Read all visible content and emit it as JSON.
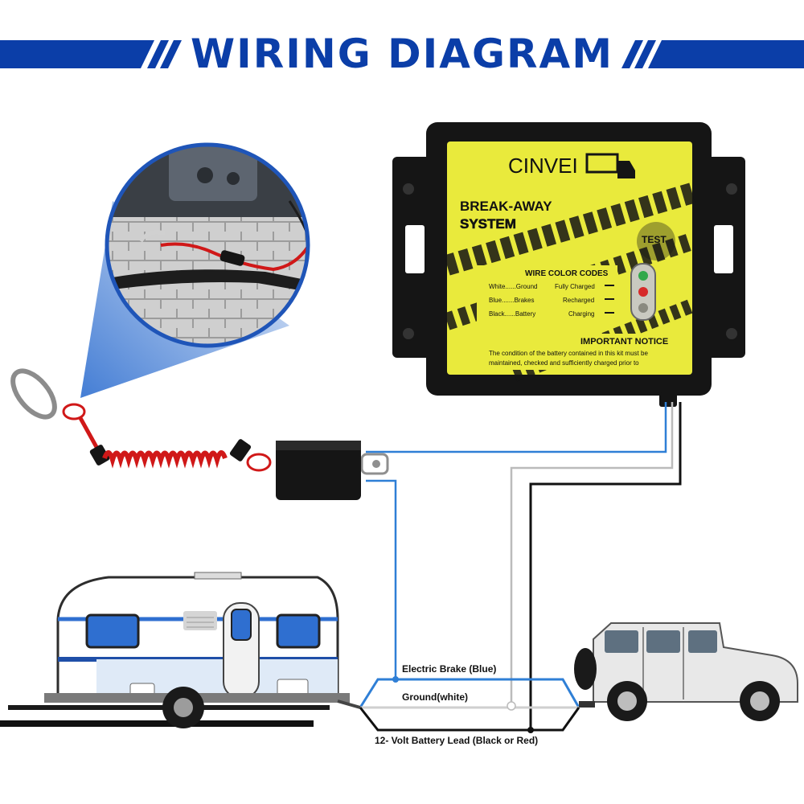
{
  "header": {
    "title": "WIRING DIAGRAM"
  },
  "box": {
    "brand": "CINVEI",
    "product_line1": "BREAK-AWAY",
    "product_line2": "SYSTEM",
    "test_label": "TEST",
    "codes_title": "WIRE COLOR CODES",
    "codes": [
      {
        "wire": "White......Ground",
        "status": "Fully Charged"
      },
      {
        "wire": "Blue.......Brakes",
        "status": "Recharged"
      },
      {
        "wire": "Black......Battery",
        "status": "Charging"
      }
    ],
    "notice_title": "IMPORTANT NOTICE",
    "notice_line1": "The condition of the battery contained in this kit must be",
    "notice_line2": "maintained, checked and sufficiently charged prior to"
  },
  "wires": {
    "brake_label": "Electric Brake (Blue)",
    "ground_label": "Ground(white)",
    "battery_label": "12- Volt Battery Lead (Black or Red)"
  },
  "colors": {
    "brand_blue": "#0b3ea8",
    "panel_yellow": "#e9ea3c",
    "box_black": "#151515",
    "brake_wire": "#2f7fd6",
    "ground_wire": "#d9d9d9",
    "battery_wire": "#111111",
    "cable_red": "#d01818"
  }
}
